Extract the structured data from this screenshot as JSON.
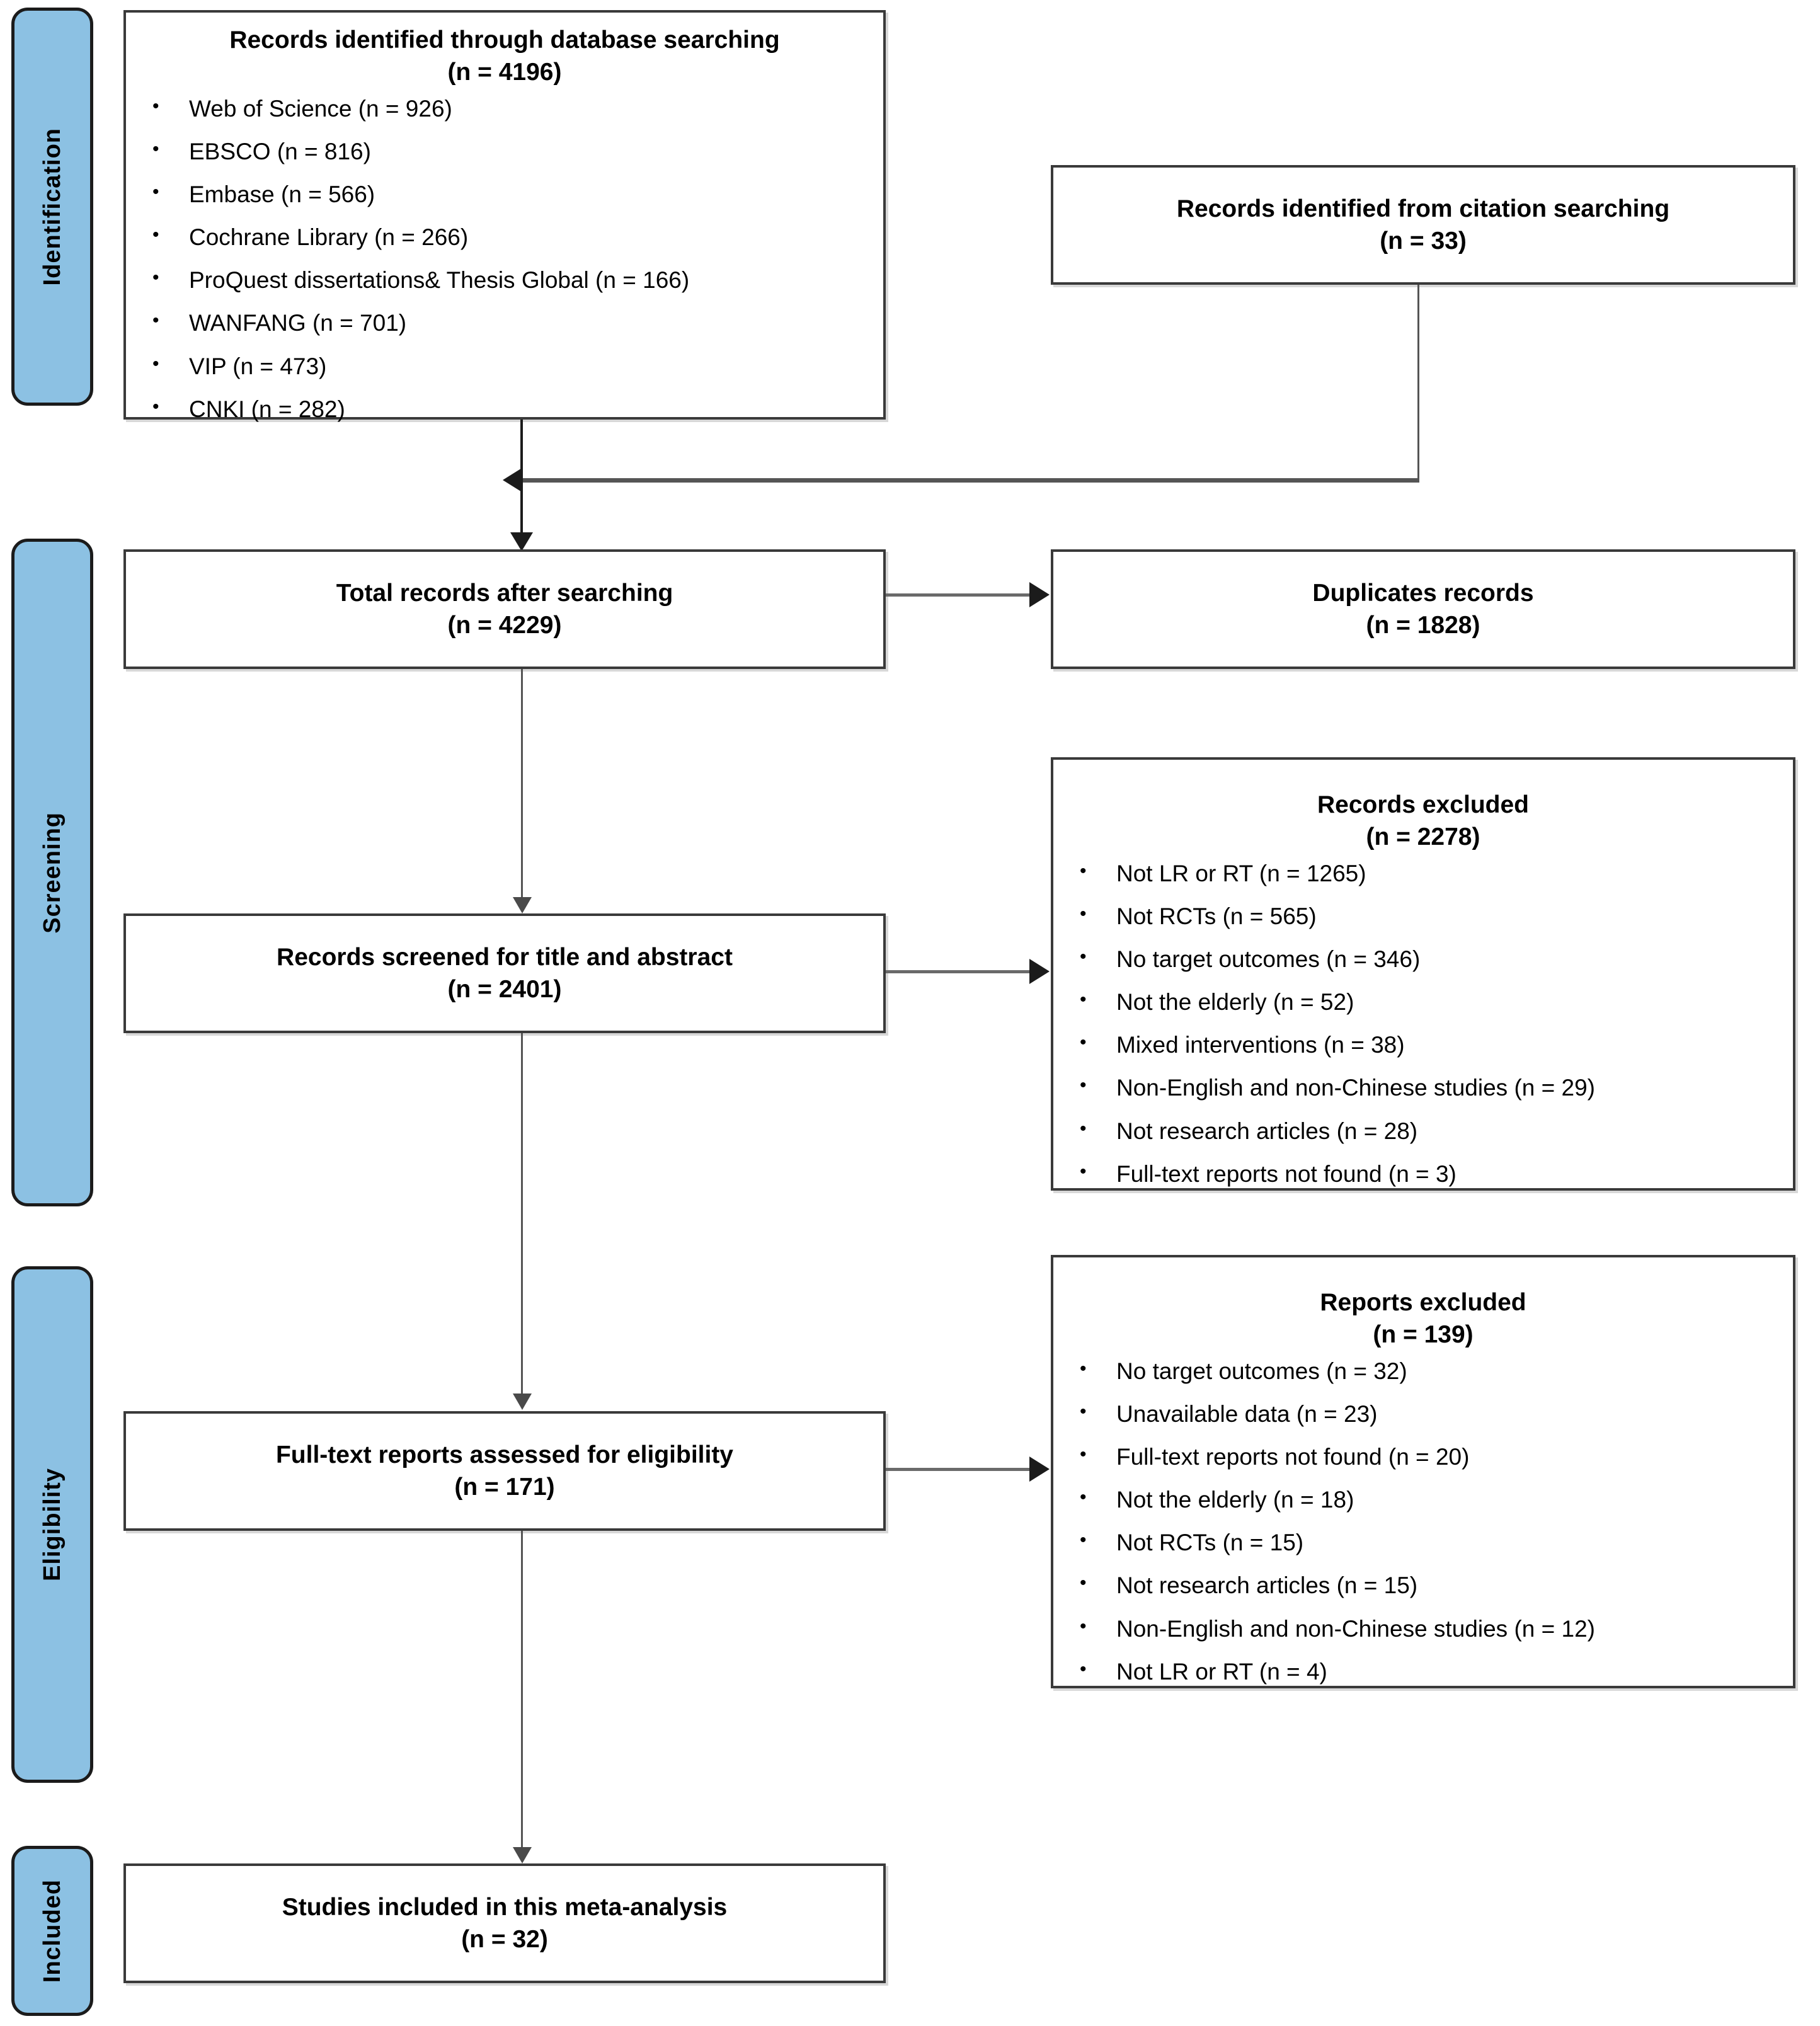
{
  "diagram": {
    "type": "prisma-flow-diagram",
    "title": "PRISMA study selection flow diagram"
  },
  "stages": [
    {
      "id": "identification",
      "label": "Identification"
    },
    {
      "id": "screening",
      "label": "Screening"
    },
    {
      "id": "eligibility",
      "label": "Eligibility"
    },
    {
      "id": "included",
      "label": "Included"
    }
  ],
  "boxes": {
    "database_search": {
      "title": "Records identified through database searching",
      "count": "(n = 4196)",
      "items": [
        "Web of Science (n = 926)",
        "EBSCO (n = 816)",
        "Embase (n = 566)",
        "Cochrane Library (n = 266)",
        "ProQuest dissertations& Thesis Global (n = 166)",
        "WANFANG (n = 701)",
        "VIP (n = 473)",
        "CNKI (n = 282)"
      ]
    },
    "citation_search": {
      "title": "Records identified from citation searching",
      "count": "(n = 33)"
    },
    "total_records": {
      "title": "Total records after searching",
      "count": "(n = 4229)"
    },
    "duplicates": {
      "title": "Duplicates records",
      "count": "(n = 1828)"
    },
    "screened": {
      "title": "Records screened for title and abstract",
      "count": "(n = 2401)"
    },
    "records_excluded": {
      "title": "Records excluded",
      "count": "(n = 2278)",
      "items": [
        "Not LR or RT (n = 1265)",
        "Not RCTs (n = 565)",
        "No target outcomes (n = 346)",
        "Not the elderly (n = 52)",
        "Mixed interventions (n = 38)",
        "Non-English and non-Chinese studies (n = 29)",
        "Not research articles (n = 28)",
        "Full-text reports not found (n = 3)"
      ]
    },
    "fulltext_assessed": {
      "title": "Full-text reports assessed for eligibility",
      "count": "(n = 171)"
    },
    "reports_excluded": {
      "title": "Reports excluded",
      "count": "(n = 139)",
      "items": [
        "No target outcomes (n = 32)",
        "Unavailable data (n = 23)",
        "Full-text reports not found (n = 20)",
        "Not the elderly (n = 18)",
        "Not RCTs (n = 15)",
        "Not research articles (n = 15)",
        "Non-English and non-Chinese studies (n = 12)",
        "Not LR or RT (n = 4)"
      ]
    },
    "included_studies": {
      "title": "Studies included in this meta-analysis",
      "count": "(n = 32)"
    }
  },
  "colors": {
    "stage_pill_fill": "#8CC1E3",
    "box_border": "#3a3a3a",
    "connector": "#1b1b1b",
    "background": "#ffffff"
  }
}
